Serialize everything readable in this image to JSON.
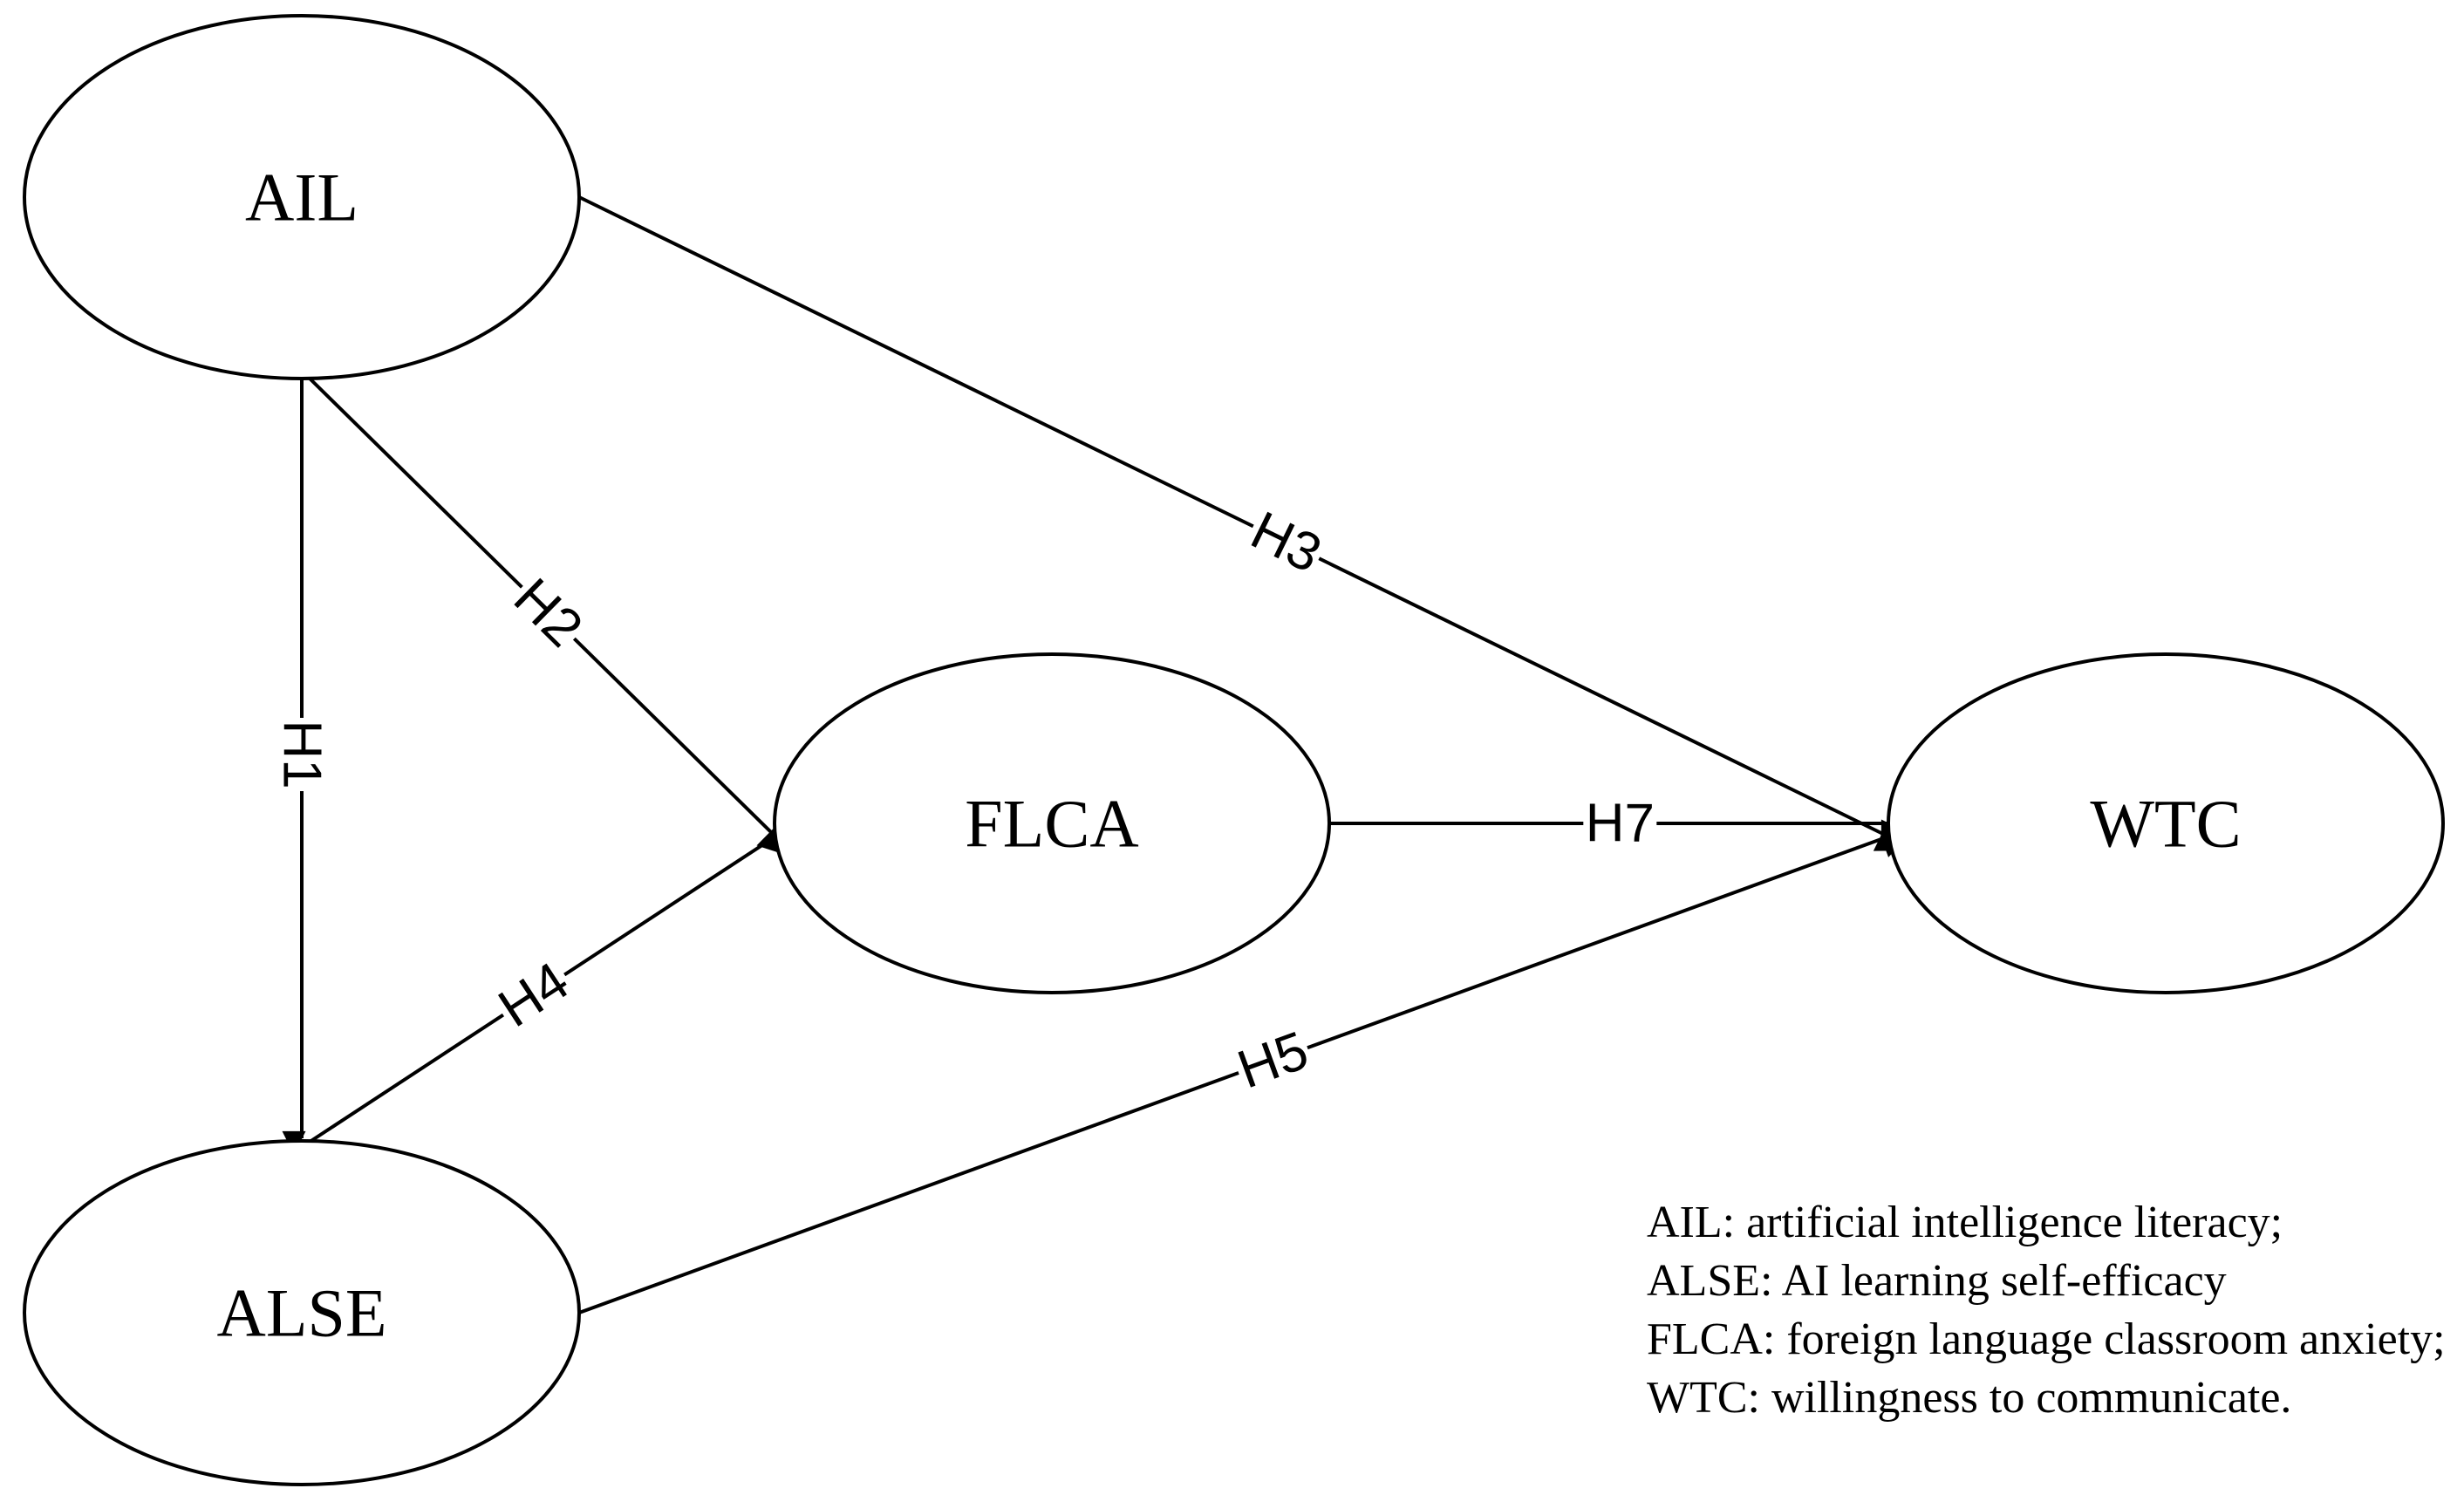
{
  "diagram": {
    "nodes": [
      {
        "id": "AIL",
        "label": "AIL"
      },
      {
        "id": "ALSE",
        "label": "ALSE"
      },
      {
        "id": "FLCA",
        "label": "FLCA"
      },
      {
        "id": "WTC",
        "label": "WTC"
      }
    ],
    "edges": [
      {
        "id": "H1",
        "from": "AIL",
        "to": "ALSE",
        "label": "H1"
      },
      {
        "id": "H2",
        "from": "AIL",
        "to": "FLCA",
        "label": "H2"
      },
      {
        "id": "H3",
        "from": "AIL",
        "to": "WTC",
        "label": "H3"
      },
      {
        "id": "H4",
        "from": "ALSE",
        "to": "FLCA",
        "label": "H4"
      },
      {
        "id": "H5",
        "from": "ALSE",
        "to": "WTC",
        "label": "H5"
      },
      {
        "id": "H7",
        "from": "FLCA",
        "to": "WTC",
        "label": "H7"
      }
    ],
    "legend": [
      "AIL: artificial intelligence literacy;",
      "ALSE: AI learning self-efficacy",
      "FLCA: foreign language classroom anxiety;",
      "WTC: willingness to communicate."
    ]
  }
}
